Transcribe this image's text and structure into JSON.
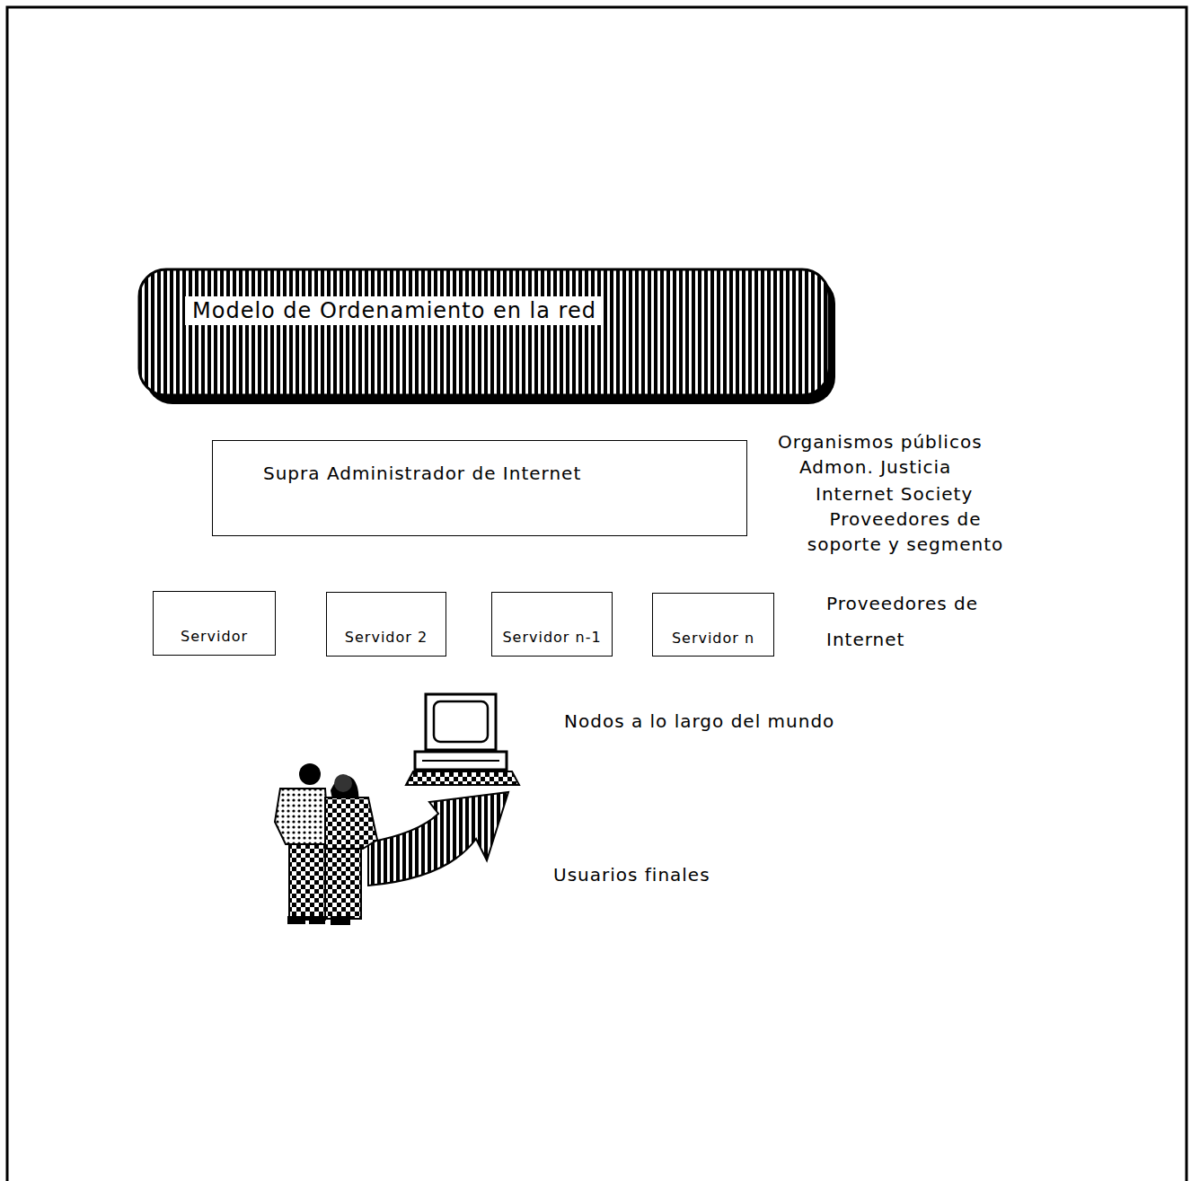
{
  "diagram": {
    "title": "Modelo de Ordenamiento en la red",
    "nodes": [
      {
        "text": [
          "Supra Administrador de Internet"
        ]
      },
      {
        "text": [
          "Servidor"
        ]
      },
      {
        "text": [
          "Servidor 2"
        ]
      },
      {
        "text": [
          "Servidor n-1"
        ]
      },
      {
        "text": [
          "Servidor n"
        ]
      }
    ],
    "labels": [
      "Organismos públicos",
      "Admon. Justicia",
      "Internet Society",
      "Proveedores de soporte y segmento",
      "Proveedores de Internet",
      "Nodos a lo largo del mundo",
      "Usuarios finales"
    ]
  }
}
